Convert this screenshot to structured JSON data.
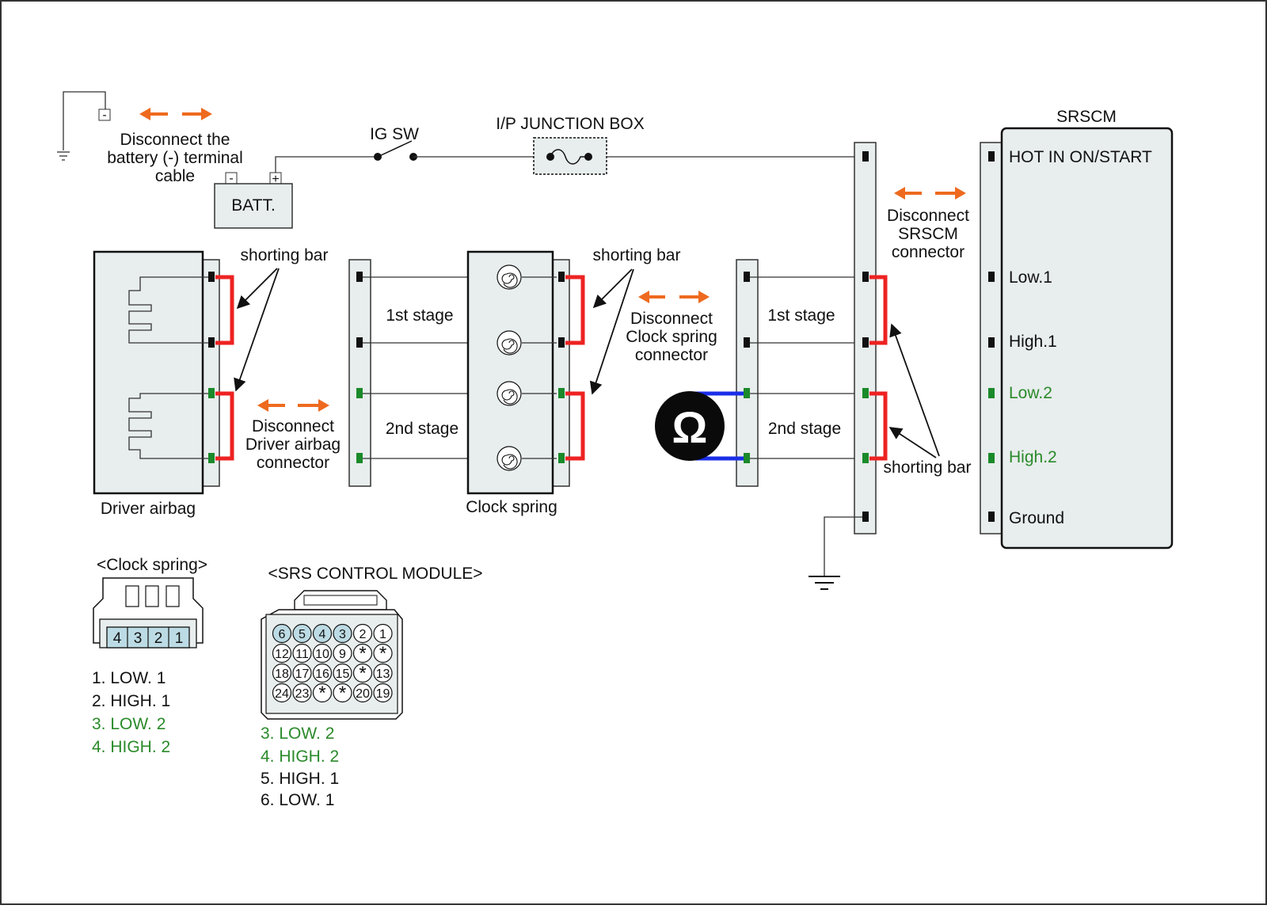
{
  "colors": {
    "arrow": "#ee6a1e",
    "shorting_bar": "#ee2222",
    "meter_lead": "#1a2ee8",
    "green_text": "#2a8a2a",
    "panel": "#e8eded",
    "pin_highlight": "#bcdbe4"
  },
  "labels": {
    "disconnect_battery": [
      "Disconnect the",
      "battery (-) terminal",
      "cable"
    ],
    "batt": "BATT.",
    "batt_minus": "-",
    "batt_plus": "+",
    "ground_minus": "-",
    "ig_sw": "IG SW",
    "ip_junction_box": "I/P JUNCTION BOX",
    "srscm_title": "SRSCM",
    "disconnect_srscm": [
      "Disconnect",
      "SRSCM",
      "connector"
    ],
    "shorting_bar": "shorting bar",
    "first_stage": "1st stage",
    "second_stage": "2nd stage",
    "disconnect_clock_spring": [
      "Disconnect",
      "Clock spring",
      "connector"
    ],
    "disconnect_driver_airbag": [
      "Disconnect",
      "Driver airbag",
      "connector"
    ],
    "driver_airbag": "Driver airbag",
    "clock_spring": "Clock spring",
    "ohm_symbol": "Ω"
  },
  "srscm_pins": [
    "HOT IN ON/START",
    "Low.1",
    "High.1",
    "Low.2",
    "High.2",
    "Ground"
  ],
  "clock_spring_connector": {
    "title": "<Clock spring>",
    "pins": [
      "4",
      "3",
      "2",
      "1"
    ],
    "legend": [
      "1. LOW. 1",
      "2. HIGH. 1",
      "3. LOW. 2",
      "4. HIGH. 2"
    ]
  },
  "srs_module_connector": {
    "title": "<SRS CONTROL MODULE>",
    "rows": [
      [
        "6",
        "5",
        "4",
        "3",
        "2",
        "1"
      ],
      [
        "12",
        "11",
        "10",
        "9",
        "*",
        "*"
      ],
      [
        "18",
        "17",
        "16",
        "15",
        "*",
        "13"
      ],
      [
        "24",
        "23",
        "*",
        "*",
        "20",
        "19"
      ]
    ],
    "highlighted": [
      "6",
      "5",
      "4",
      "3"
    ],
    "legend": [
      "3. LOW. 2",
      "4. HIGH. 2",
      "5. HIGH. 1",
      "6. LOW. 1"
    ]
  }
}
